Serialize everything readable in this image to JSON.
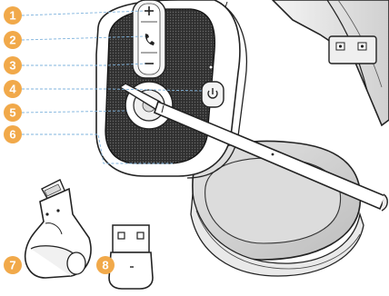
{
  "diagram": {
    "callouts": [
      "1",
      "2",
      "3",
      "4",
      "5",
      "6",
      "7",
      "8"
    ],
    "colors": {
      "callout_fill": "#f1a94a",
      "leader_line": "#7fb3dd",
      "outline": "#222222",
      "mesh": "#3c3c3c",
      "cushion": "#d2d2d2",
      "body": "#ffffff"
    }
  }
}
